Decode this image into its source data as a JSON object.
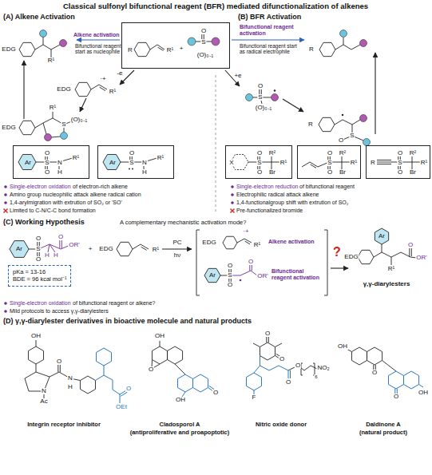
{
  "diagram": {
    "title": "Classical sulfonyl bifunctional reagent (BFR) mediated difunctionalization of alkenes",
    "nodes": [
      {
        "text": [
          "R",
          "R¹",
          "+",
          "S",
          "O",
          "(O)₀₋₁"
        ]
      },
      {
        "text": [
          "Ar",
          "S",
          "O",
          "O",
          "N",
          "H",
          "R¹"
        ]
      },
      {
        "text": [
          "Ar",
          "S",
          "O",
          "N",
          "H",
          "R¹"
        ]
      },
      {
        "text": [
          "X",
          "S",
          "O",
          "O",
          "R²",
          "R¹",
          "Br"
        ]
      },
      {
        "text": [
          "S",
          "O",
          "O",
          "R²",
          "R¹",
          "Br"
        ]
      },
      {
        "text": [
          "R",
          "S",
          "O",
          "O",
          "R²",
          "R¹",
          "Br"
        ]
      },
      {
        "text": [
          "pKa = 13-16",
          "BDE = 96 kcal mol⁻¹"
        ]
      }
    ],
    "labels": [
      "(A) Alkene Activation",
      "Alkene activation",
      "Bifunctional reagent start as nucleophile",
      "EDG",
      "R¹",
      "-e",
      "EDG",
      "·+",
      "R¹",
      "EDG",
      "R¹",
      "S",
      "(O)₀₋₁",
      "Single-electron oxidation",
      "of electron-rich alkene",
      "Amino group nucleophilic attack alkene radical cation",
      "1,4-arylmigration with extrution of SO₂ or 'SO'",
      "Limited to C-N/C-C bond formation",
      "(B) BFR Activation",
      "Bifunctional reagent activation",
      "Bifunctional reagent start as radical electrophile",
      "R",
      "+e",
      "S",
      "O",
      "(O)₀₋₁",
      "R",
      "S",
      "O",
      "Single-electron reduction",
      "of bifunctional reagent",
      "Electrophilic radical attack alkene",
      "1,4-functionalgroup shift with extrution of SO₂",
      "Pre-functionalized bromide",
      "(C) Working Hypothesis",
      "A complementary mechanistic activation mode?",
      "Ar",
      "S",
      "O",
      "O",
      "H",
      "H",
      "O",
      "OR'",
      "+",
      "EDG",
      "R¹",
      "PC",
      "hν",
      "EDG",
      "·+",
      "R¹",
      "Alkene activation",
      "Ar",
      "S",
      "O",
      "O",
      "O",
      "OR'",
      "Bifunctional reagent activation",
      "?",
      "Ar",
      "EDG",
      "R¹",
      "O",
      "OR'",
      "γ,γ-diarylesters",
      "Single-electron oxidation",
      "of bifunctional reagent or alkene?",
      "Mild protocols to access γ,γ-diarylesters",
      "(D) γ,γ-diarylester derivatives in bioactive molecule and natural products",
      "OH",
      "N",
      "Ac",
      "O",
      "N",
      "H",
      "O",
      "OEt",
      "Integrin receptor inhibitor",
      "OH",
      "O",
      "OH",
      "O",
      "Cladosporol A",
      "(antiproliferative and proapoptotic)",
      "O",
      "O",
      "F",
      "O",
      "O",
      "6",
      "NO₂",
      "Nitric oxide donor",
      "OH",
      "O",
      "O",
      "OH",
      "Daldinone A",
      "(natural product)"
    ]
  }
}
